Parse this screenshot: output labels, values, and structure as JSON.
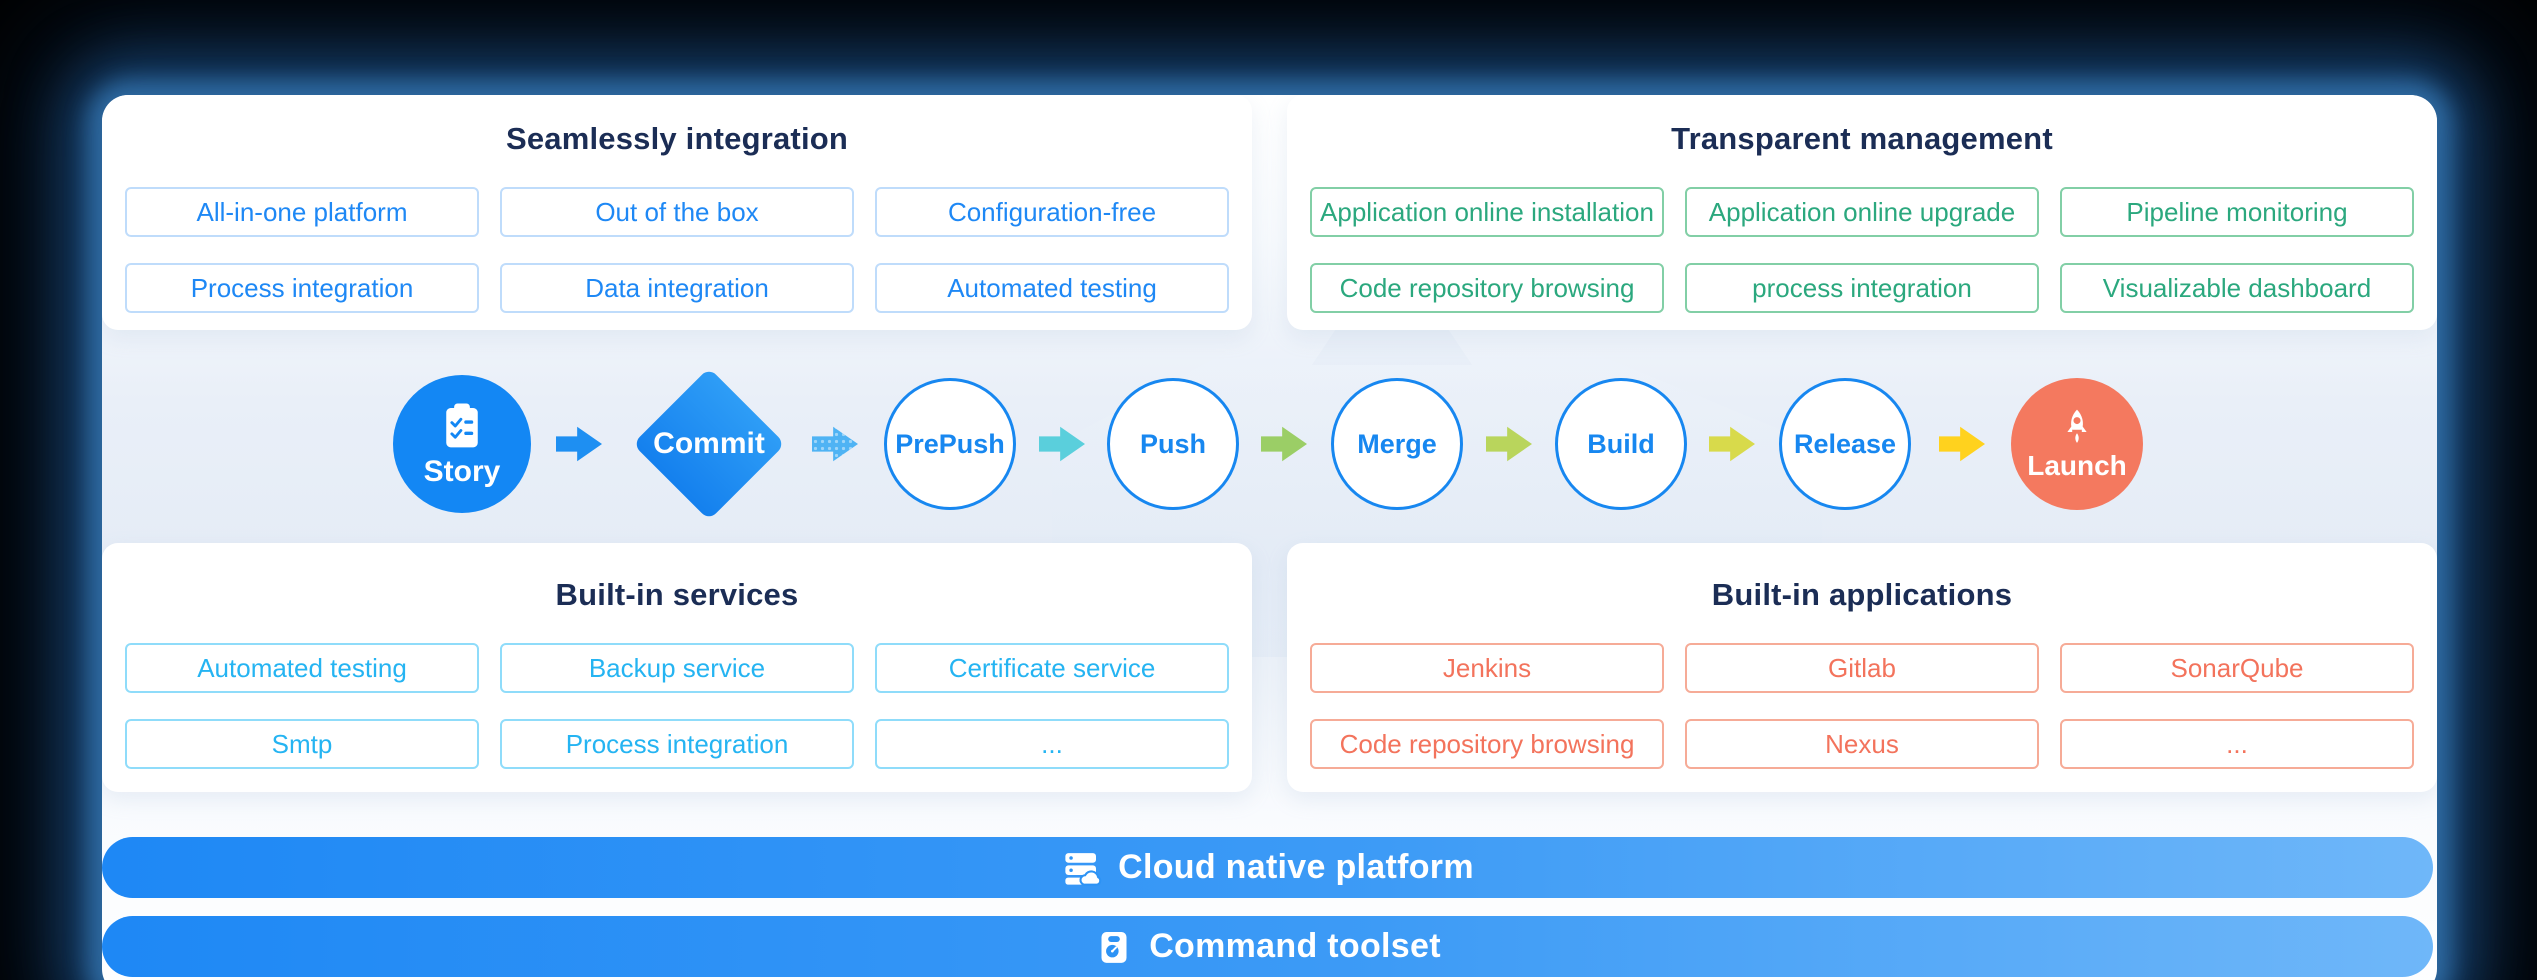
{
  "diagram": {
    "quadrants": [
      {
        "id": "top-left",
        "title": "Seamlessly integration",
        "accent_color": "#1E88F5",
        "items": [
          "All-in-one platform",
          "Out of the box",
          "Configuration-free",
          "Process integration",
          "Data integration",
          "Automated testing"
        ]
      },
      {
        "id": "top-right",
        "title": "Transparent management",
        "accent_color": "#2BA87E",
        "items": [
          "Application online installation",
          "Application online upgrade",
          "Pipeline monitoring",
          "Code repository browsing",
          "process integration",
          "Visualizable dashboard"
        ]
      },
      {
        "id": "bottom-left",
        "title": "Built-in services",
        "accent_color": "#25B4F2",
        "items": [
          "Automated testing",
          "Backup service",
          "Certificate service",
          "Smtp",
          "Process integration",
          "..."
        ]
      },
      {
        "id": "bottom-right",
        "title": "Built-in applications",
        "accent_color": "#F3735C",
        "items": [
          "Jenkins",
          "Gitlab",
          "SonarQube",
          "Code repository browsing",
          "Nexus",
          "..."
        ]
      }
    ],
    "pipeline": {
      "stages": [
        {
          "label": "Story",
          "shape": "solid-circle",
          "fill": "#1387F4",
          "icon": "clipboard-checklist-icon"
        },
        {
          "label": "Commit",
          "shape": "diamond",
          "fill": "#1E88F5"
        },
        {
          "label": "PrePush",
          "shape": "outline-circle"
        },
        {
          "label": "Push",
          "shape": "outline-circle"
        },
        {
          "label": "Merge",
          "shape": "outline-circle"
        },
        {
          "label": "Build",
          "shape": "outline-circle"
        },
        {
          "label": "Release",
          "shape": "outline-circle"
        },
        {
          "label": "Launch",
          "shape": "solid-circle",
          "fill": "#F4795F",
          "icon": "rocket-icon"
        }
      ],
      "outline_color": "#1787F0",
      "arrow_colors": [
        "#1E8FF2",
        "#4FB3F4",
        "#5ACFDC",
        "#9BCE66",
        "#B9D55C",
        "#D8DA4B",
        "#FFD21E"
      ]
    },
    "bars": [
      {
        "label": "Cloud native platform",
        "icon": "cloud-server-icon"
      },
      {
        "label": "Command toolset",
        "icon": "command-toolbox-icon"
      }
    ],
    "colors": {
      "title_text": "#1B2D55",
      "bar_gradient_start": "#1E88F5",
      "bar_gradient_end": "#6FB7F9",
      "card_background": "#EAF0F8",
      "glow": "#1E5A96",
      "page_background": "#000000"
    }
  }
}
